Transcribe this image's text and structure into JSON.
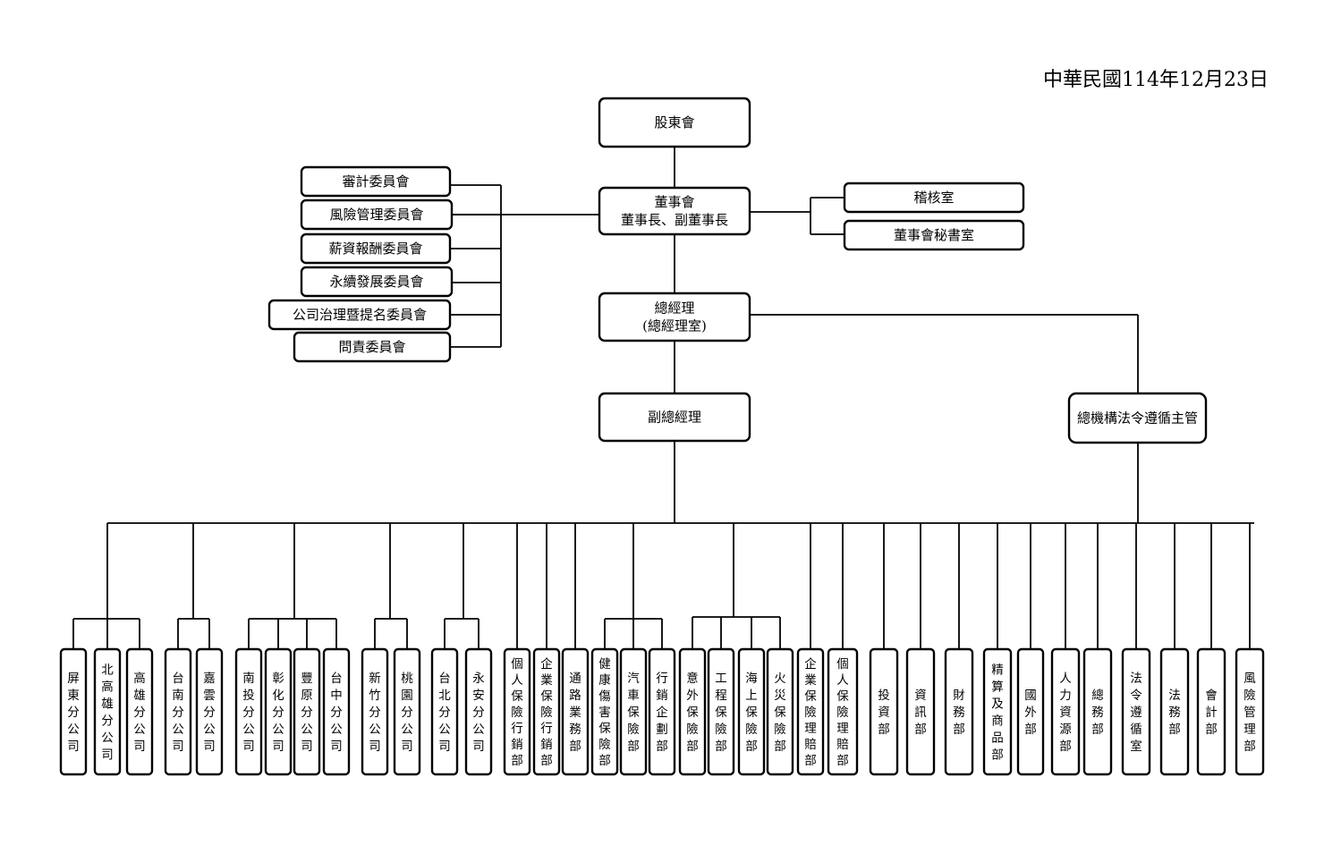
{
  "date": "中華民國114年12月23日",
  "shareholders": "股東會",
  "board": {
    "line1": "董事會",
    "line2": "董事長、副董事長"
  },
  "committees": [
    "審計委員會",
    "風險管理委員會",
    "薪資報酬委員會",
    "永續發展委員會",
    "公司治理暨提名委員會",
    "問責委員會"
  ],
  "board_units": [
    "稽核室",
    "董事會秘書室"
  ],
  "gm": {
    "line1": "總經理",
    "line2": "(總經理室)"
  },
  "deputy_gm": "副總經理",
  "compliance_head": "總機構法令遵循主管",
  "branch_groups": [
    [
      "屏東分公司",
      "北高雄分公司",
      "高雄分公司"
    ],
    [
      "台南分公司",
      "嘉雲分公司"
    ],
    [
      "南投分公司",
      "彰化分公司",
      "豐原分公司",
      "台中分公司"
    ],
    [
      "新竹分公司",
      "桃園分公司"
    ],
    [
      "台北分公司",
      "永安分公司"
    ]
  ],
  "departments_a": [
    "個人保險行銷部",
    "企業保險行銷部",
    "通路業務部"
  ],
  "departments_b": [
    "健康傷害保險部",
    "汽車保險部",
    "行銷企劃部"
  ],
  "departments_c": [
    "意外保險部",
    "工程保險部",
    "海上保險部",
    "火災保險部"
  ],
  "departments_d": [
    "企業保險理賠部",
    "個人保險理賠部",
    "投資部",
    "資訊部",
    "財務部",
    "精算及商品部",
    "國外部",
    "人力資源部",
    "總務部",
    "法令遵循室",
    "法務部",
    "會計部",
    "風險管理部"
  ]
}
